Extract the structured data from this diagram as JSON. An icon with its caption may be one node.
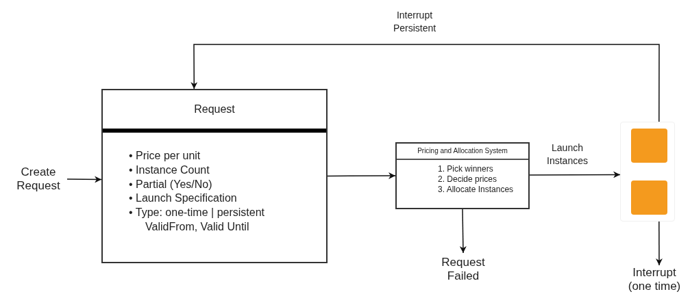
{
  "diagram": {
    "nodes": [
      {
        "text": [
          "Create Request"
        ]
      },
      {
        "text": [
          "Request",
          "• Price per unit",
          "• Instance Count",
          "• Partial (Yes/No)",
          "• Launch Specification",
          "• Type: one-time | persistent ValidFrom, Valid Until"
        ]
      },
      {
        "text": [
          "Pricing and Allocation System",
          "1. Pick winners",
          "2. Decide prices",
          "3. Allocate Instances"
        ]
      },
      {
        "text": [],
        "shape": "box"
      },
      {
        "text": [],
        "shape": "box",
        "in": 3
      },
      {
        "text": [],
        "shape": "box",
        "in": 3
      },
      {
        "text": [
          "Request Failed"
        ]
      },
      {
        "text": [
          "Interrupt (one time)"
        ]
      }
    ],
    "edges": [
      {
        "from": 0,
        "to": 1,
        "arrow": "to"
      },
      {
        "from": 1,
        "to": 2,
        "arrow": "to"
      },
      {
        "from": 2,
        "to": 3,
        "arrow": "to",
        "label": "Launch Instances"
      },
      {
        "from": 3,
        "to": 1,
        "arrow": "to",
        "label": "Interrupt Persistent"
      },
      {
        "from": 2,
        "to": 6,
        "arrow": "to"
      },
      {
        "from": 3,
        "to": 7,
        "arrow": "to"
      }
    ]
  }
}
